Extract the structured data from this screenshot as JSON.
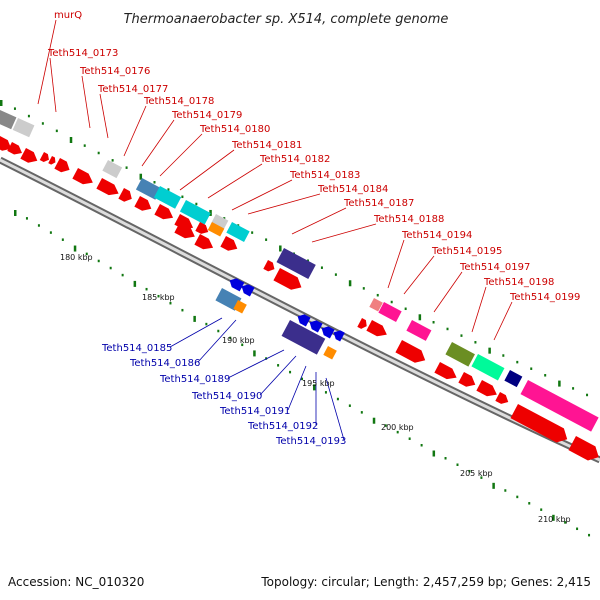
{
  "title": "Thermoanaerobacter sp. X514, complete genome",
  "footer": {
    "accession": "Accession: NC_010320",
    "summary": "Topology: circular; Length: 2,457,259 bp; Genes: 2,415"
  },
  "colors": {
    "backbone": "#999999",
    "red_gene": "#ee0000",
    "red_label": "#cc0000",
    "blue_label": "#0000aa",
    "blue_gene": "#0000dd",
    "tick": "#117711",
    "gray_block": "#888888",
    "light_gray_block": "#cccccc",
    "steel_blue_block": "#4682b4",
    "cyan_block": "#00ced1",
    "orange_block": "#ff8c00",
    "slate_block": "#3b2e8c",
    "pink_block": "#ff1493",
    "salmon_block": "#f08080",
    "olive_block": "#6b8e23",
    "spring_green_block": "#00fa9a",
    "navy_block": "#000080"
  },
  "upper_labels": [
    "murQ",
    "Teth514_0173",
    "Teth514_0176",
    "Teth514_0177",
    "Teth514_0178",
    "Teth514_0179",
    "Teth514_0180",
    "Teth514_0181",
    "Teth514_0182",
    "Teth514_0183",
    "Teth514_0184",
    "Teth514_0187",
    "Teth514_0188",
    "Teth514_0194",
    "Teth514_0195",
    "Teth514_0197",
    "Teth514_0198",
    "Teth514_0199"
  ],
  "lower_labels": [
    "Teth514_0185",
    "Teth514_0186",
    "Teth514_0189",
    "Teth514_0190",
    "Teth514_0191",
    "Teth514_0192",
    "Teth514_0193"
  ],
  "scale_labels": [
    "180 kbp",
    "185 kbp",
    "190 kbp",
    "195 kbp",
    "200 kbp",
    "205 kbp",
    "210 kbp"
  ]
}
